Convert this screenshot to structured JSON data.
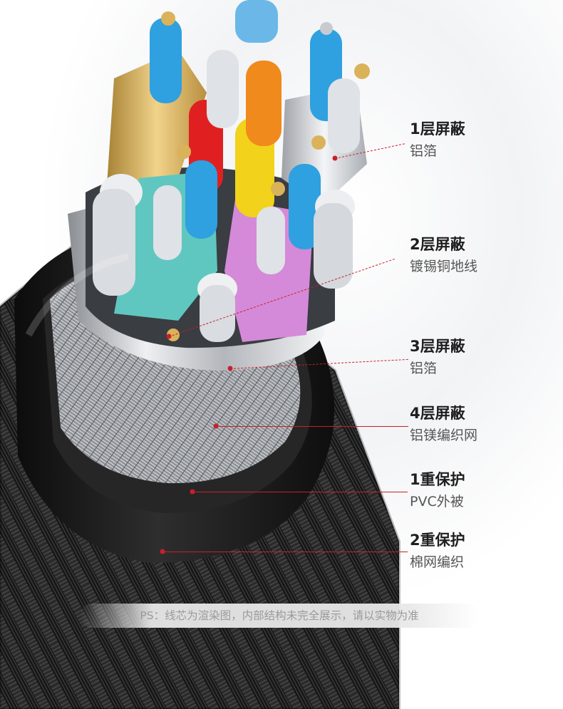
{
  "labels": [
    {
      "title": "1层屏蔽",
      "sub": "铝箔"
    },
    {
      "title": "2层屏蔽",
      "sub": "镀锡铜地线"
    },
    {
      "title": "3层屏蔽",
      "sub": "铝箔"
    },
    {
      "title": "4层屏蔽",
      "sub": "铝镁编织网"
    },
    {
      "title": "1重保护",
      "sub": "PVC外被"
    },
    {
      "title": "2重保护",
      "sub": "棉网编织"
    }
  ],
  "note": "PS：线芯为渲染图，内部结构未完全展示，请以实物为准",
  "colors": {
    "accent_red": "#c8202a",
    "jacket": "#1a1a1a",
    "foil": "#c9ccd1",
    "wire_blue": "#2fa0e0",
    "wire_gold": "#d9b25a",
    "wire_red": "#e02020",
    "wire_yellow": "#f2d21a",
    "wire_orange": "#f08a1c",
    "wire_teal": "#5fc7c0",
    "wire_pink": "#d48ad8",
    "wire_silver": "#dfe2e6"
  }
}
